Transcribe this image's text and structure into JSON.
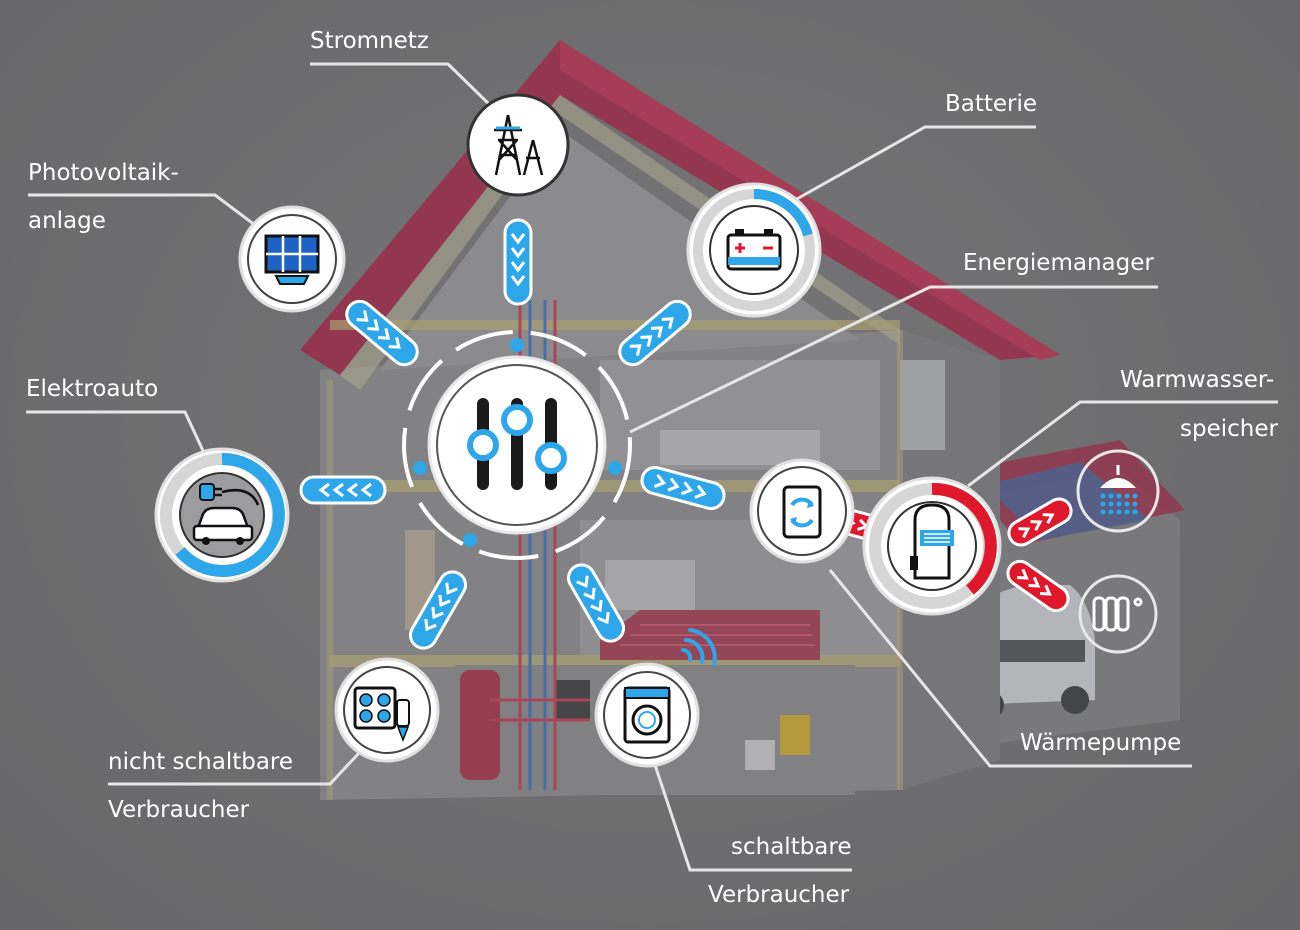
{
  "labels": {
    "stromnetz": "Stromnetz",
    "batterie": "Batterie",
    "photovoltaik_line1": "Photovoltaik-",
    "photovoltaik_line2": "anlage",
    "energiemanager": "Energiemanager",
    "elektroauto": "Elektroauto",
    "warmwasser_line1": "Warmwasser-",
    "warmwasser_line2": "speicher",
    "waermepumpe": "Wärmepumpe",
    "nicht_schaltbar_line1": "nicht schaltbare",
    "nicht_schaltbar_line2": "Verbraucher",
    "schaltbar_line1": "schaltbare",
    "schaltbar_line2": "Verbraucher"
  },
  "colors": {
    "accent_blue": "#2ea7ea",
    "accent_red": "#e0182b",
    "roof": "#a51a3c",
    "label_text": "#ffffff"
  },
  "icons": [
    "power-tower-icon",
    "battery-icon",
    "solar-panel-icon",
    "equalizer-icon",
    "electric-car-icon",
    "heat-pump-icon",
    "water-tank-icon",
    "shower-icon",
    "radiator-icon",
    "cooktop-icon",
    "washing-machine-icon",
    "wifi-icon"
  ]
}
